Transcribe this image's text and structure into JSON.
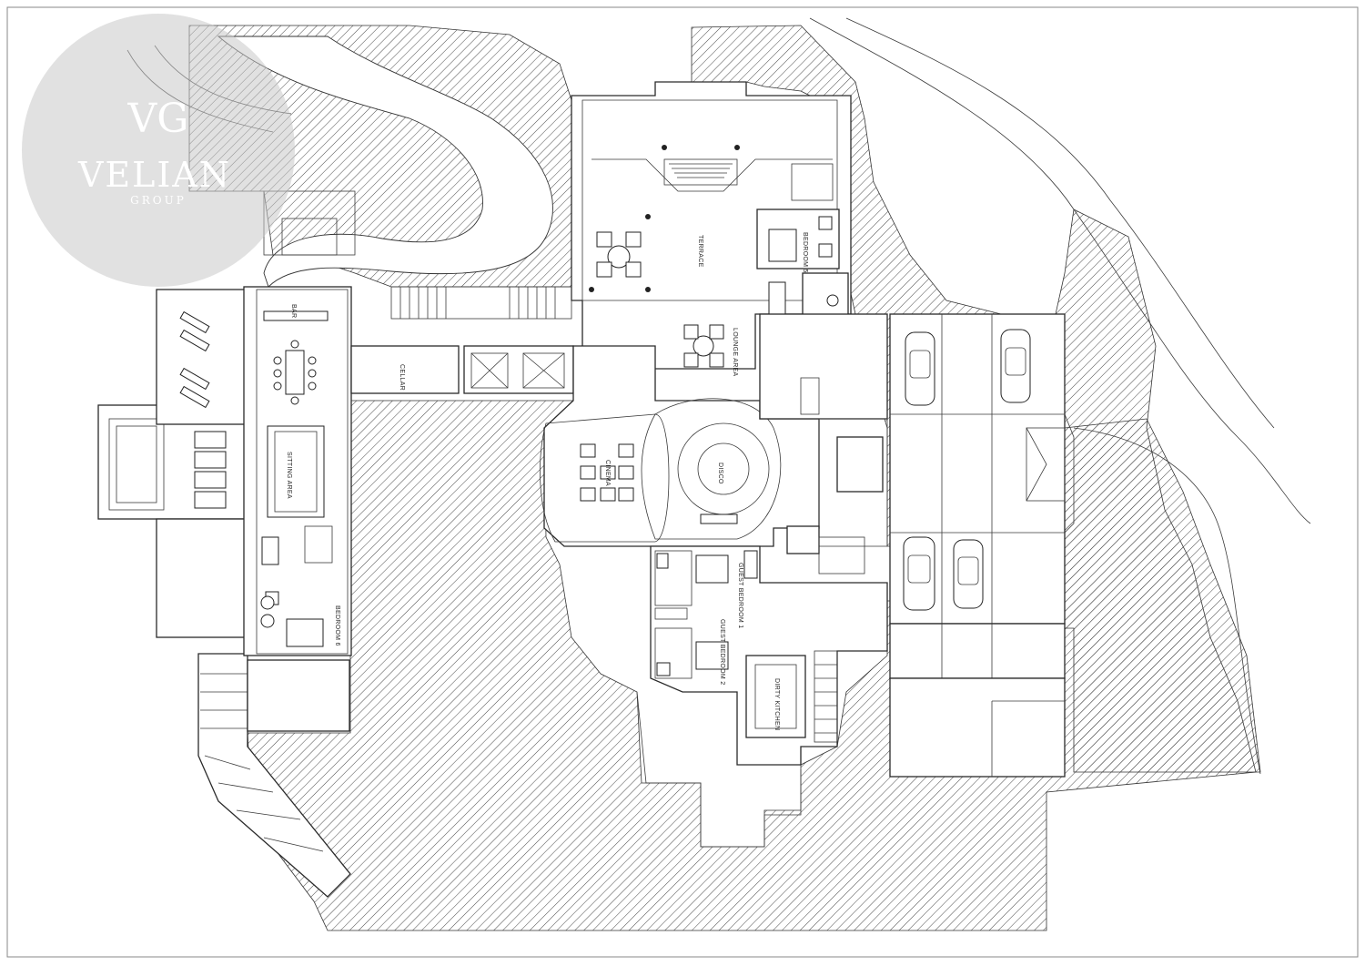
{
  "logo": {
    "monogram": "VG",
    "brand": "VELIAN",
    "subtitle": "GROUP"
  },
  "rooms": {
    "bar": "BAR",
    "cellar": "CELLAR",
    "sitting_area": "SITTING AREA",
    "bedroom_6": "BEDROOM 6",
    "terrace": "TERRACE",
    "bedroom_5": "BEDROOM 5",
    "lounge_area": "LOUNGE AREA",
    "cinema": "CINEMA",
    "disco": "DISCO",
    "guest_bedroom_1": "GUEST BEDROOM 1",
    "guest_bedroom_2": "GUEST BEDROOM 2",
    "dirty_kitchen": "DIRTY KITCHEN"
  },
  "colors": {
    "hatch": "#4a4a4a",
    "wall": "#2a2a2a",
    "logo": "#c9c9c9"
  }
}
